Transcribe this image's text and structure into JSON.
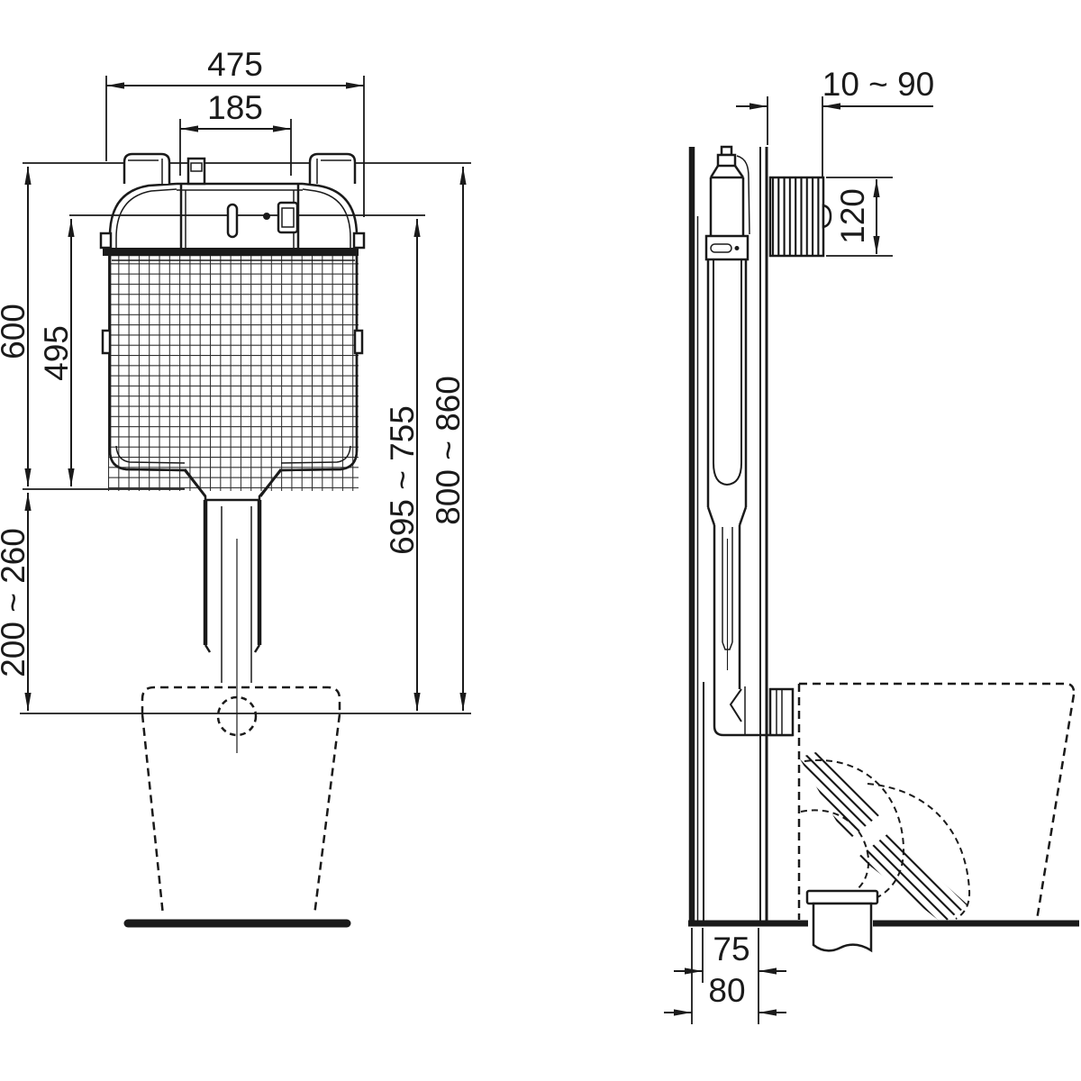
{
  "front_view": {
    "dims": {
      "overall_width": "475",
      "flush_unit_width": "185",
      "frame_height": "600",
      "tank_height": "495",
      "flush_pipe_adjust": "200 ~ 260",
      "cover_height_range": "695 ~ 755",
      "top_height_range": "800 ~ 860"
    }
  },
  "side_view": {
    "dims": {
      "shaft_depth_range": "10 ~ 90",
      "shaft_height": "120",
      "outlet_offset": "75",
      "frame_depth": "80"
    }
  }
}
